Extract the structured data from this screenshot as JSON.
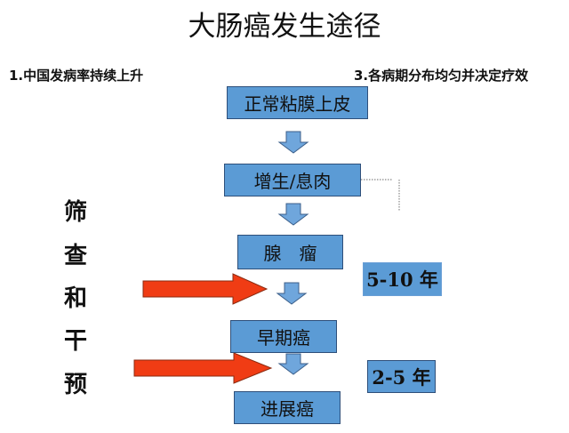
{
  "title": "大肠癌发生途径",
  "notes": {
    "left": "1.中国发病率持续上升",
    "right": "3.各病期分布均匀并决定疗效"
  },
  "stages": [
    "正常粘膜上皮",
    "增生/息肉",
    "腺　瘤",
    "早期癌",
    "进展癌"
  ],
  "durations": [
    "5-10 年",
    "2-5 年"
  ],
  "intervention": [
    "筛",
    "查",
    "和",
    "干",
    "预"
  ],
  "colors": {
    "box": "#5b9bd5",
    "arrow_red": "#f03c14"
  }
}
